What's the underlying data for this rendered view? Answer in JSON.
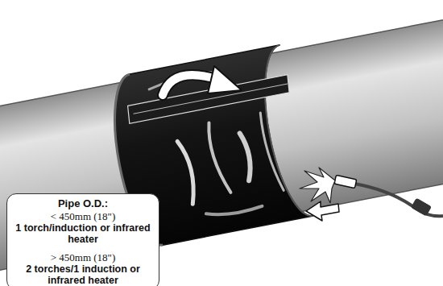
{
  "diagram": {
    "nodes": [
      {
        "text": [
          "Pipe O.D.:",
          "< 450mm (18\")",
          "1 torch/induction or infrared heater",
          "> 450mm (18\")",
          "2 torches/1 induction or infrared heater"
        ]
      }
    ]
  }
}
